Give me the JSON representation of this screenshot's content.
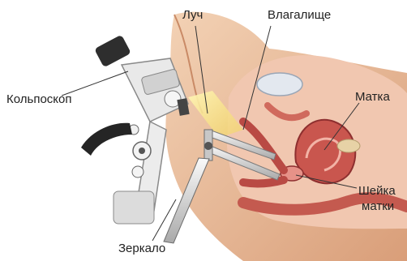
{
  "labels": {
    "colposcope": "Кольпоскоп",
    "beam": "Луч",
    "vagina": "Влагалище",
    "uterus": "Матка",
    "cervix_line1": "Шейка",
    "cervix_line2": "матки",
    "speculum": "Зеркало"
  },
  "colors": {
    "skin": "#efc6a4",
    "skin_shadow": "#d9a07c",
    "tissue": "#c9564e",
    "tissue_dark": "#8e2f2f",
    "mucosa": "#e69288",
    "instrument_light": "#e8e8e8",
    "instrument_dark": "#3a3a3a",
    "beam": "#f3e07a"
  }
}
